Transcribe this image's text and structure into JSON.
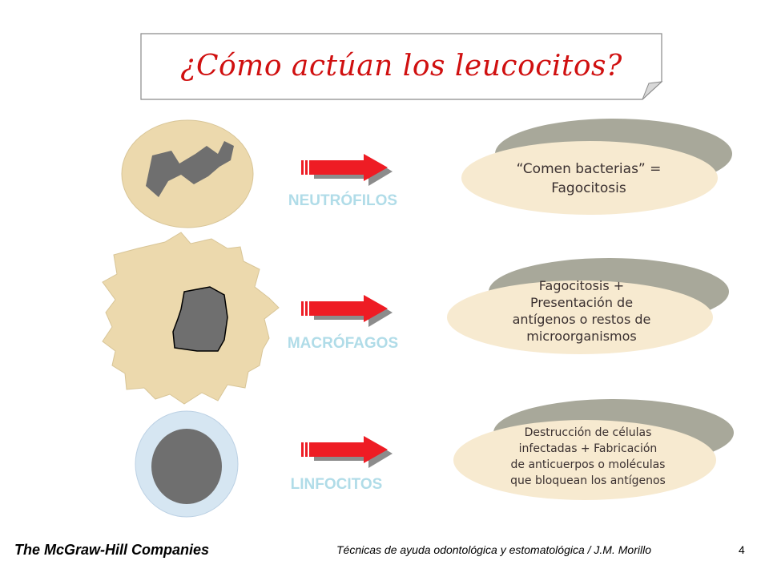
{
  "title": "¿Cómo actúan los leucocitos?",
  "rows": [
    {
      "cell_label": "NEUTRÓFILOS",
      "description": "“Comen bacterias” =\nFagocitosis"
    },
    {
      "cell_label": "MACRÓFAGOS",
      "description": "Fagocitosis +\nPresentación de\nantígenos o restos de\nmicroorganismos"
    },
    {
      "cell_label": "LINFOCITOS",
      "description": "Destrucción de células\ninfectadas + Fabricación\nde anticuerpos o moléculas\nque bloquean los antígenos"
    }
  ],
  "footer": {
    "publisher": "The McGraw-Hill Companies",
    "course": "Técnicas de ayuda odontológica y estomatológica / J.M. Morillo",
    "page": "4"
  },
  "colors": {
    "title": "#d01010",
    "cell_label": "#b0dce8",
    "arrow": "#ee1c24",
    "cytoplasm": "#ecd9ad",
    "nucleus": "#6f6f6f",
    "disk": "#f7ead0",
    "disk_shadow": "#a8a89a"
  }
}
